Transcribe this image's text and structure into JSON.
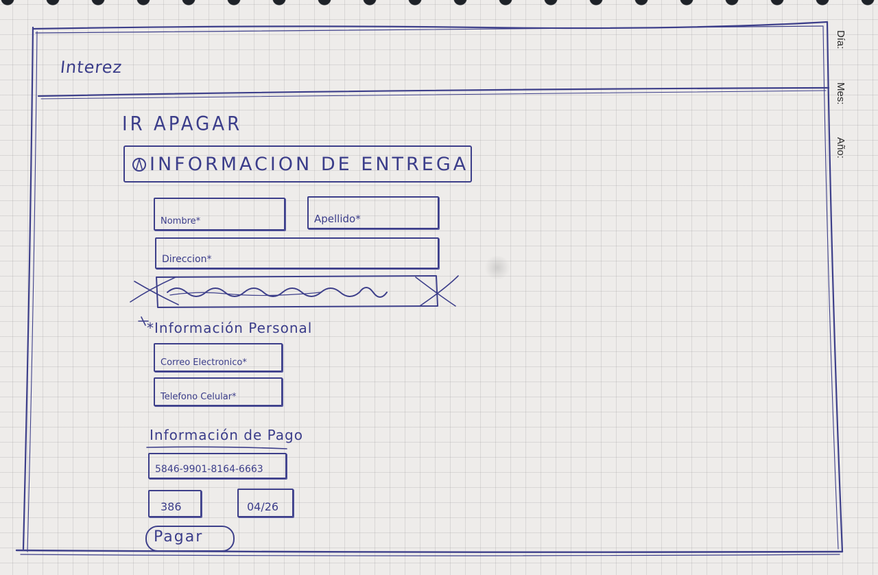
{
  "header": {
    "brand": "Interez"
  },
  "date_labels": {
    "day": "Día:",
    "month": "Mes:",
    "year": "Año:"
  },
  "page": {
    "title": "IR APAGAR"
  },
  "delivery": {
    "heading": "INFORMACION DE ENTREGA",
    "first_name": "Nombre*",
    "last_name": "Apellido*",
    "address": "Direccion*"
  },
  "personal": {
    "heading": "*Información Personal",
    "email": "Correo Electronico*",
    "phone": "Telefono Celular*"
  },
  "payment": {
    "heading": "Información de Pago",
    "card_number": "5846-9901-8164-6663",
    "cvv": "386",
    "expiry": "04/26",
    "pay_button": "Pagar"
  },
  "colors": {
    "ink": "#3d3f8a",
    "paper": "#eeecea"
  }
}
